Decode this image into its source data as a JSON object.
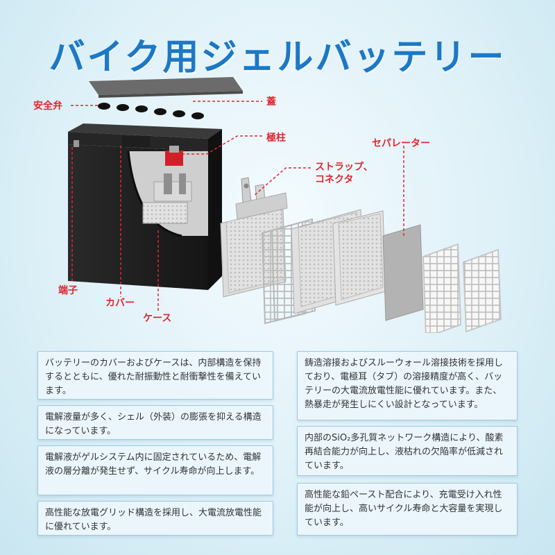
{
  "title": "バイク用ジェルバッテリー",
  "labels": {
    "safety_valve": "安全弁",
    "lid": "蓋",
    "pole": "極柱",
    "strap": "ストラップ、\nコネクタ",
    "separator": "セパレーター",
    "terminal": "端子",
    "cover": "カバー",
    "case": "ケース"
  },
  "features": [
    "バッテリーのカバーおよびケースは、内部構造を保持するとともに、優れた耐振動性と耐衝撃性を備えています。",
    "電解液量が多く、シェル（外装）の膨張を抑える構造になっています。",
    "電解液がゲルシステム内に固定されているため、電解液の層分離が発生せず、サイクル寿命が向上します。",
    "高性能な放電グリッド構造を採用し、大電流放電性能に優れています。",
    "鋳造溶接およびスルーウォール溶接技術を採用しており、電極耳（タブ）の溶接精度が高く、バッテリーの大電流放電性能に優れています。また、熱暴走が発生しにくい設計となっています。",
    "内部のSiO₂多孔質ネットワーク構造により、酸素再結合能力が向上し、液枯れの欠陥率が低減されています。",
    "高性能な鉛ペースト配合により、充電受け入れ性能が向上し、高いサイクル寿命と大容量を実現しています。"
  ],
  "colors": {
    "title": "#1d78c6",
    "label": "#e0262f",
    "box_border": "#9ec9e3"
  }
}
